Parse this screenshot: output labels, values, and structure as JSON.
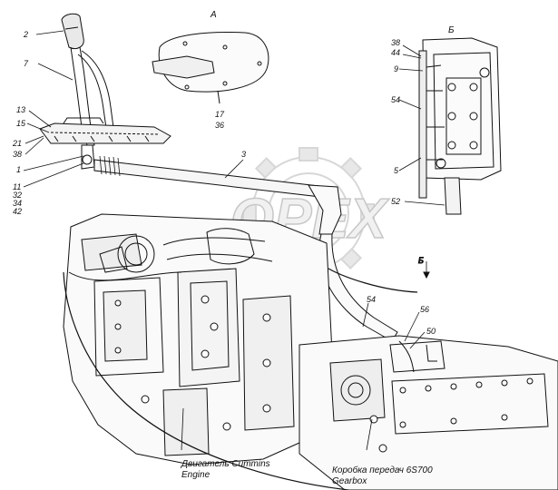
{
  "views": {
    "a": "А",
    "b": "Б",
    "b_arrow": "Б"
  },
  "callouts": {
    "c2": "2",
    "c7": "7",
    "c13": "13",
    "c15": "15",
    "c21": "21",
    "c38a": "38",
    "c1": "1",
    "c11": "11",
    "c32": "32",
    "c34": "34",
    "c42": "42",
    "c3": "3",
    "c17": "17",
    "c36": "36",
    "c38b": "38",
    "c44": "44",
    "c9": "9",
    "c54a": "54",
    "c5": "5",
    "c52": "52",
    "c54b": "54",
    "c56": "56",
    "c50": "50"
  },
  "captions": {
    "engine_ru": "Двигатель Cummins",
    "engine_en": "Engine",
    "gearbox_ru": "Коробка передач 6S700",
    "gearbox_en": "Gearbox"
  },
  "watermark": {
    "text": "OPEX"
  }
}
